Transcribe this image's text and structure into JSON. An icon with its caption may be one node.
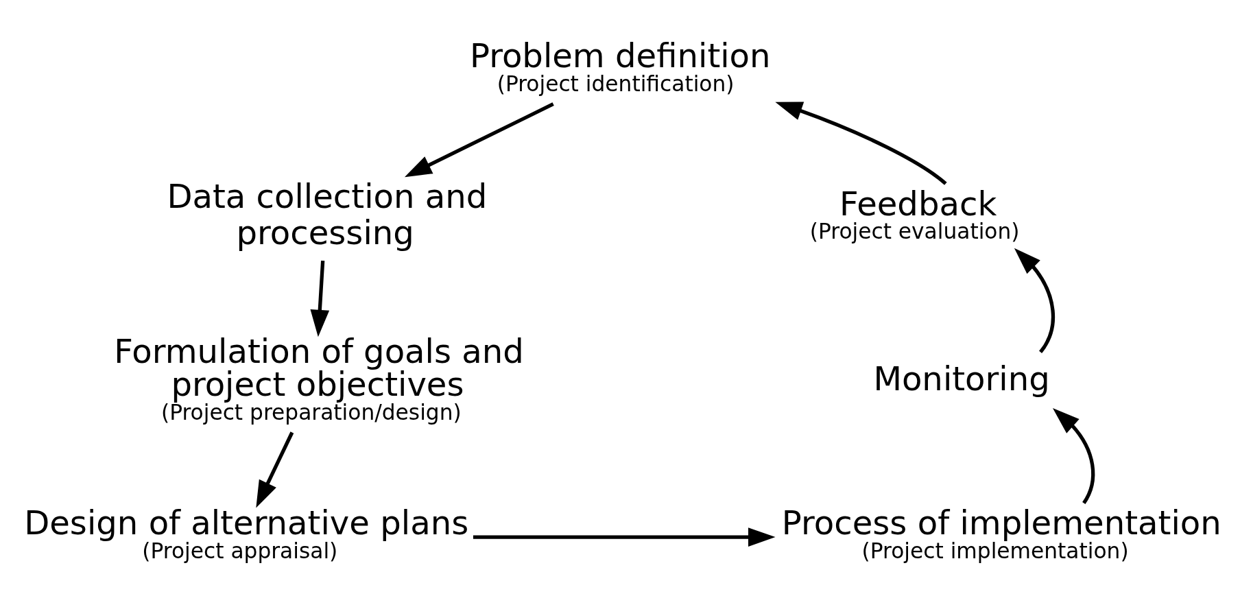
{
  "diagram": {
    "nodes": [
      {
        "text": [
          "Problem definition",
          "(Project identification)"
        ]
      },
      {
        "text": [
          "Data collection and processing"
        ]
      },
      {
        "text": [
          "Formulation of goals and project objectives",
          "(Project preparation/design)"
        ]
      },
      {
        "text": [
          "Design of alternative plans",
          "(Project appraisal)"
        ]
      },
      {
        "text": [
          "Process of implementation",
          "(Project implementation)"
        ]
      },
      {
        "text": [
          "Monitoring"
        ]
      },
      {
        "text": [
          "Feedback",
          "(Project evaluation)"
        ]
      }
    ],
    "edges": [
      {
        "from": 0,
        "to": 1,
        "arrow": "to"
      },
      {
        "from": 1,
        "to": 2,
        "arrow": "to"
      },
      {
        "from": 2,
        "to": 3,
        "arrow": "to"
      },
      {
        "from": 3,
        "to": 4,
        "arrow": "to"
      },
      {
        "from": 4,
        "to": 5,
        "arrow": "to"
      },
      {
        "from": 5,
        "to": 6,
        "arrow": "to"
      },
      {
        "from": 6,
        "to": 0,
        "arrow": "to"
      }
    ]
  }
}
